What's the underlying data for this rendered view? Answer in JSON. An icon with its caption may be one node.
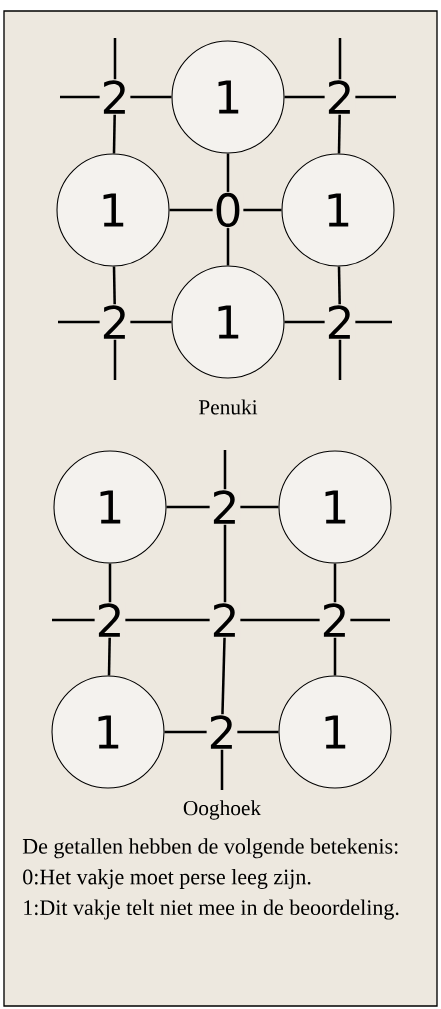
{
  "diagram": {
    "nodes": [
      {
        "text": [
          "2"
        ]
      },
      {
        "text": [
          "1"
        ]
      },
      {
        "text": [
          "2"
        ]
      },
      {
        "text": [
          "1"
        ]
      },
      {
        "text": [
          "0"
        ]
      },
      {
        "text": [
          "1"
        ]
      },
      {
        "text": [
          "2"
        ]
      },
      {
        "text": [
          "1"
        ]
      },
      {
        "text": [
          "2"
        ]
      },
      {
        "text": [
          "1"
        ]
      },
      {
        "text": [
          "2"
        ]
      },
      {
        "text": [
          "1"
        ]
      },
      {
        "text": [
          "2"
        ]
      },
      {
        "text": [
          "2"
        ]
      },
      {
        "text": [
          "2"
        ]
      },
      {
        "text": [
          "1"
        ]
      },
      {
        "text": [
          "2"
        ]
      },
      {
        "text": [
          "1"
        ]
      }
    ],
    "edges": [
      {
        "from": null,
        "to": 0,
        "arrow": "none"
      },
      {
        "from": 0,
        "to": 1,
        "arrow": "none"
      },
      {
        "from": 1,
        "to": 2,
        "arrow": "none"
      },
      {
        "from": null,
        "to": 2,
        "arrow": "none"
      },
      {
        "from": null,
        "to": 0,
        "arrow": "none"
      },
      {
        "from": 0,
        "to": 3,
        "arrow": "none"
      },
      {
        "from": 3,
        "to": 6,
        "arrow": "none"
      },
      {
        "from": null,
        "to": 6,
        "arrow": "none"
      },
      {
        "from": null,
        "to": 2,
        "arrow": "none"
      },
      {
        "from": 2,
        "to": 5,
        "arrow": "none"
      },
      {
        "from": 5,
        "to": 8,
        "arrow": "none"
      },
      {
        "from": null,
        "to": 8,
        "arrow": "none"
      },
      {
        "from": 3,
        "to": 4,
        "arrow": "none"
      },
      {
        "from": 4,
        "to": 5,
        "arrow": "none"
      },
      {
        "from": 1,
        "to": 4,
        "arrow": "none"
      },
      {
        "from": 4,
        "to": 7,
        "arrow": "none"
      },
      {
        "from": null,
        "to": 6,
        "arrow": "none"
      },
      {
        "from": 6,
        "to": 7,
        "arrow": "none"
      },
      {
        "from": 7,
        "to": 8,
        "arrow": "none"
      },
      {
        "from": null,
        "to": 8,
        "arrow": "none"
      },
      {
        "from": 9,
        "to": 10,
        "arrow": "none"
      },
      {
        "from": 10,
        "to": 11,
        "arrow": "none"
      },
      {
        "from": null,
        "to": 10,
        "arrow": "none"
      },
      {
        "from": 10,
        "to": 13,
        "arrow": "none"
      },
      {
        "from": 13,
        "to": 16,
        "arrow": "none"
      },
      {
        "from": null,
        "to": 16,
        "arrow": "none"
      },
      {
        "from": null,
        "to": 12,
        "arrow": "none"
      },
      {
        "from": 12,
        "to": 13,
        "arrow": "none"
      },
      {
        "from": 13,
        "to": 14,
        "arrow": "none"
      },
      {
        "from": null,
        "to": 14,
        "arrow": "none"
      },
      {
        "from": 9,
        "to": 12,
        "arrow": "none"
      },
      {
        "from": 12,
        "to": 15,
        "arrow": "none"
      },
      {
        "from": 11,
        "to": 14,
        "arrow": "none"
      },
      {
        "from": 14,
        "to": 17,
        "arrow": "none"
      },
      {
        "from": 15,
        "to": 16,
        "arrow": "none"
      },
      {
        "from": 16,
        "to": 17,
        "arrow": "none"
      }
    ],
    "labels": [
      "Penuki",
      "Ooghoek",
      "De getallen hebben de volgende betekenis:",
      "0:Het vakje moet perse leeg zijn.",
      "1:Dit vakje telt niet mee in de beoordeling."
    ]
  }
}
